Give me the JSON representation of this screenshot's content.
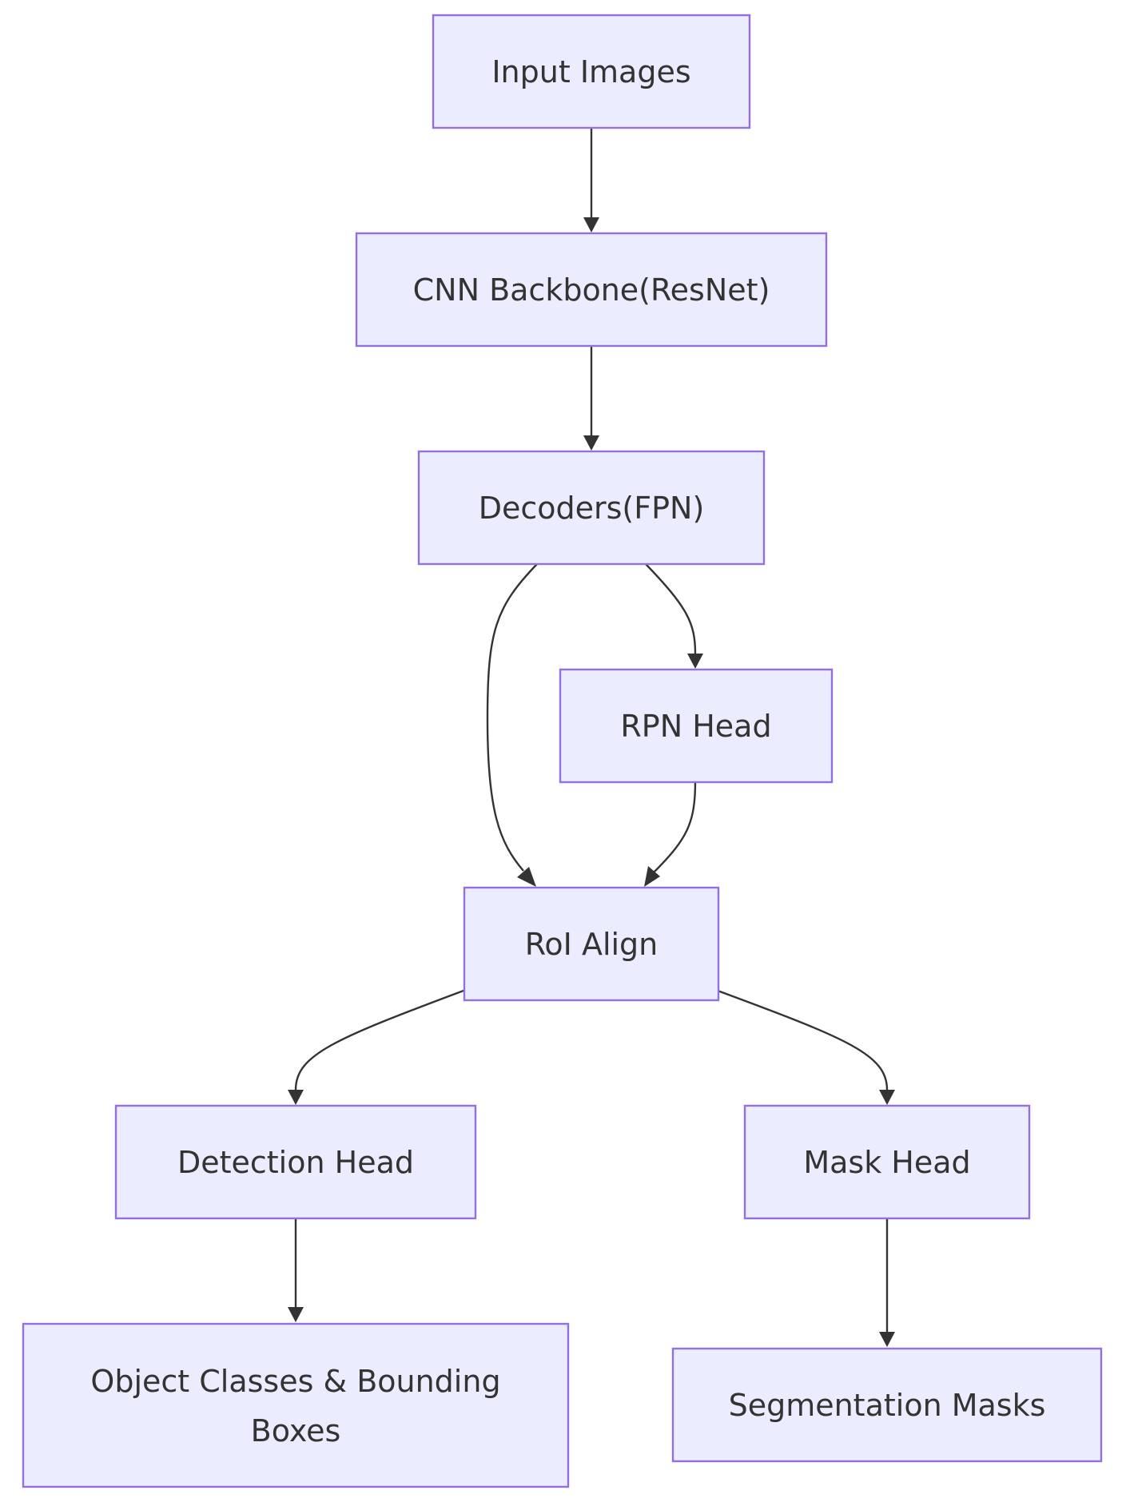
{
  "nodes": {
    "input_images": {
      "label": "Input Images"
    },
    "cnn_backbone": {
      "label": "CNN Backbone(ResNet)"
    },
    "decoders": {
      "label": "Decoders(FPN)"
    },
    "rpn_head": {
      "label": "RPN Head"
    },
    "roi_align": {
      "label": "RoI Align"
    },
    "detection_head": {
      "label": "Detection Head"
    },
    "mask_head": {
      "label": "Mask Head"
    },
    "object_classes": {
      "label_line1": "Object Classes & Bounding",
      "label_line2": "Boxes"
    },
    "segmentation_masks": {
      "label": "Segmentation Masks"
    }
  },
  "edges": [
    {
      "from": "Input Images",
      "to": "CNN Backbone(ResNet)"
    },
    {
      "from": "CNN Backbone(ResNet)",
      "to": "Decoders(FPN)"
    },
    {
      "from": "Decoders(FPN)",
      "to": "RPN Head"
    },
    {
      "from": "Decoders(FPN)",
      "to": "RoI Align"
    },
    {
      "from": "RPN Head",
      "to": "RoI Align"
    },
    {
      "from": "RoI Align",
      "to": "Detection Head"
    },
    {
      "from": "RoI Align",
      "to": "Mask Head"
    },
    {
      "from": "Detection Head",
      "to": "Object Classes & Bounding Boxes"
    },
    {
      "from": "Mask Head",
      "to": "Segmentation Masks"
    }
  ],
  "colors": {
    "node_fill": "#ECECFF",
    "node_stroke": "#9370DB",
    "edge": "#333333",
    "text": "#333333"
  }
}
